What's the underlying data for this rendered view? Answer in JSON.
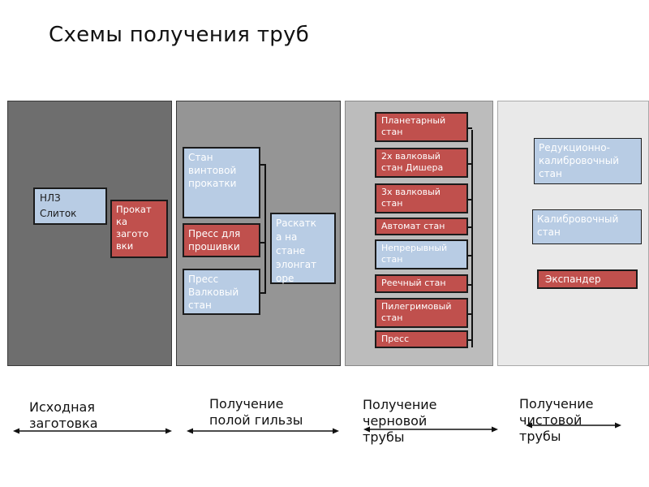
{
  "title": "Схемы получения труб",
  "panel1": {
    "nlz_box": [
      "НЛЗ",
      "Слиток"
    ],
    "prokat_box": "Прокат\nка\nзаготовки"
  },
  "panel2": {
    "box1": "Стан винтовой прокатки",
    "box2": "Пресс для прошивки",
    "box3": "Пресс Валковый стан",
    "box4": "Раскатка на стане элонгаторе"
  },
  "panel3": {
    "items": [
      "Планетарный стан",
      "2х валковый стан Дишера",
      "3х валковый стан",
      "Автомат стан",
      "Непрерывный стан",
      "Реечный стан",
      "Пилегримовый стан",
      "Пресс"
    ]
  },
  "panel4": {
    "box1": "Редукционно-калибровочный стан",
    "box2": "Калибровочный стан",
    "box3": "Экспандер"
  },
  "stages": [
    "Исходная заготовка",
    "Получение полой гильзы",
    "Получение черновой трубы",
    "Получение чистовой трубы"
  ]
}
